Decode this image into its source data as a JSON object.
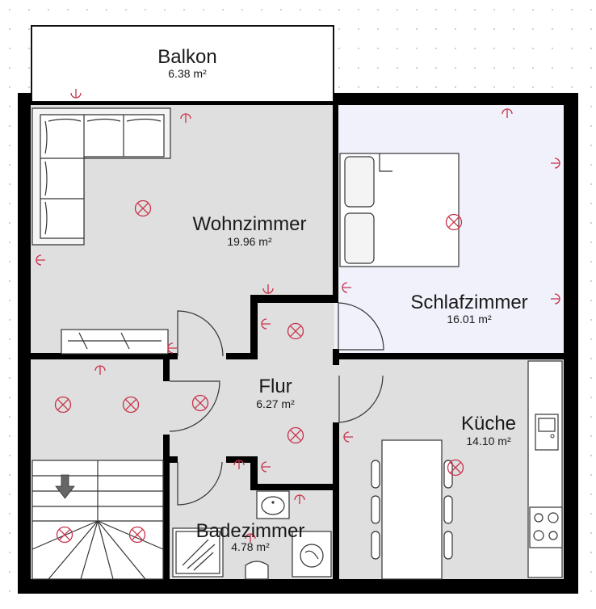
{
  "plan": {
    "colors": {
      "wall": "#000000",
      "floor": "#dfdfdf",
      "bedroom_floor": "#f1f1fb",
      "symbol": "#c8324a",
      "background": "#ffffff",
      "grid_dot": "#c9cbdc"
    },
    "rooms": [
      {
        "id": "balkon",
        "name": "Balkon",
        "area": "6.38 m²"
      },
      {
        "id": "wohnzimmer",
        "name": "Wohnzimmer",
        "area": "19.96 m²"
      },
      {
        "id": "schlafzimmer",
        "name": "Schlafzimmer",
        "area": "16.01 m²"
      },
      {
        "id": "flur",
        "name": "Flur",
        "area": "6.27 m²"
      },
      {
        "id": "kueche",
        "name": "Küche",
        "area": "14.10 m²"
      },
      {
        "id": "badezimmer",
        "name": "Badezimmer",
        "area": "4.78 m²"
      }
    ],
    "icons": {
      "ceiling_light": "ceiling-light-icon",
      "wall_socket": "wall-socket-icon",
      "stair_arrow": "stair-down-arrow-icon"
    }
  }
}
